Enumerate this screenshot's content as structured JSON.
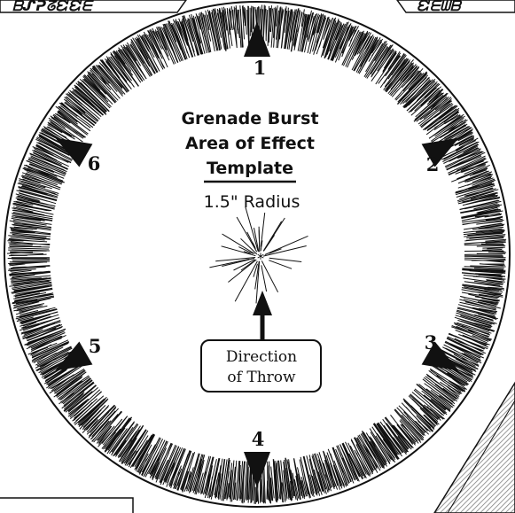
{
  "template": {
    "title_lines": [
      "Grenade Burst",
      "Area of Effect",
      "Template"
    ],
    "radius_label": "1.5\" Radius",
    "center_marker": "*",
    "directions": [
      "1",
      "2",
      "3",
      "4",
      "5",
      "6"
    ],
    "callout": {
      "lines": [
        "Direction",
        "of Throw"
      ]
    }
  },
  "corner_labels": {
    "top_left": "ᗷᔑᕈᘔᘿᘿᗴ",
    "top_right": "ᘿᗴᗯᗷ"
  },
  "colors": {
    "ink": "#111111",
    "paper": "#ffffff",
    "hatch": "#888888"
  }
}
